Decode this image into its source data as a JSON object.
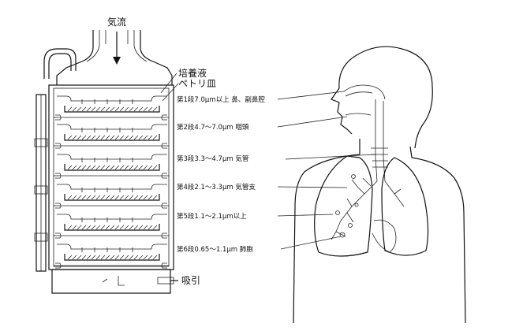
{
  "labels": {
    "airflow": "気流",
    "culture": "培養液",
    "petri": "ペトリ皿",
    "suction": "吸引"
  },
  "stages": [
    "第1段7.0μm以上 鼻、副鼻腔",
    "第2段4.7～7.0μm 咽頭",
    "第3段3.3～4.7μm 気管",
    "第4段2.1～3.3μm 気管支",
    "第5段1.1～2.1μm以上",
    "第6段0.65～1.1μm 肺胞"
  ]
}
